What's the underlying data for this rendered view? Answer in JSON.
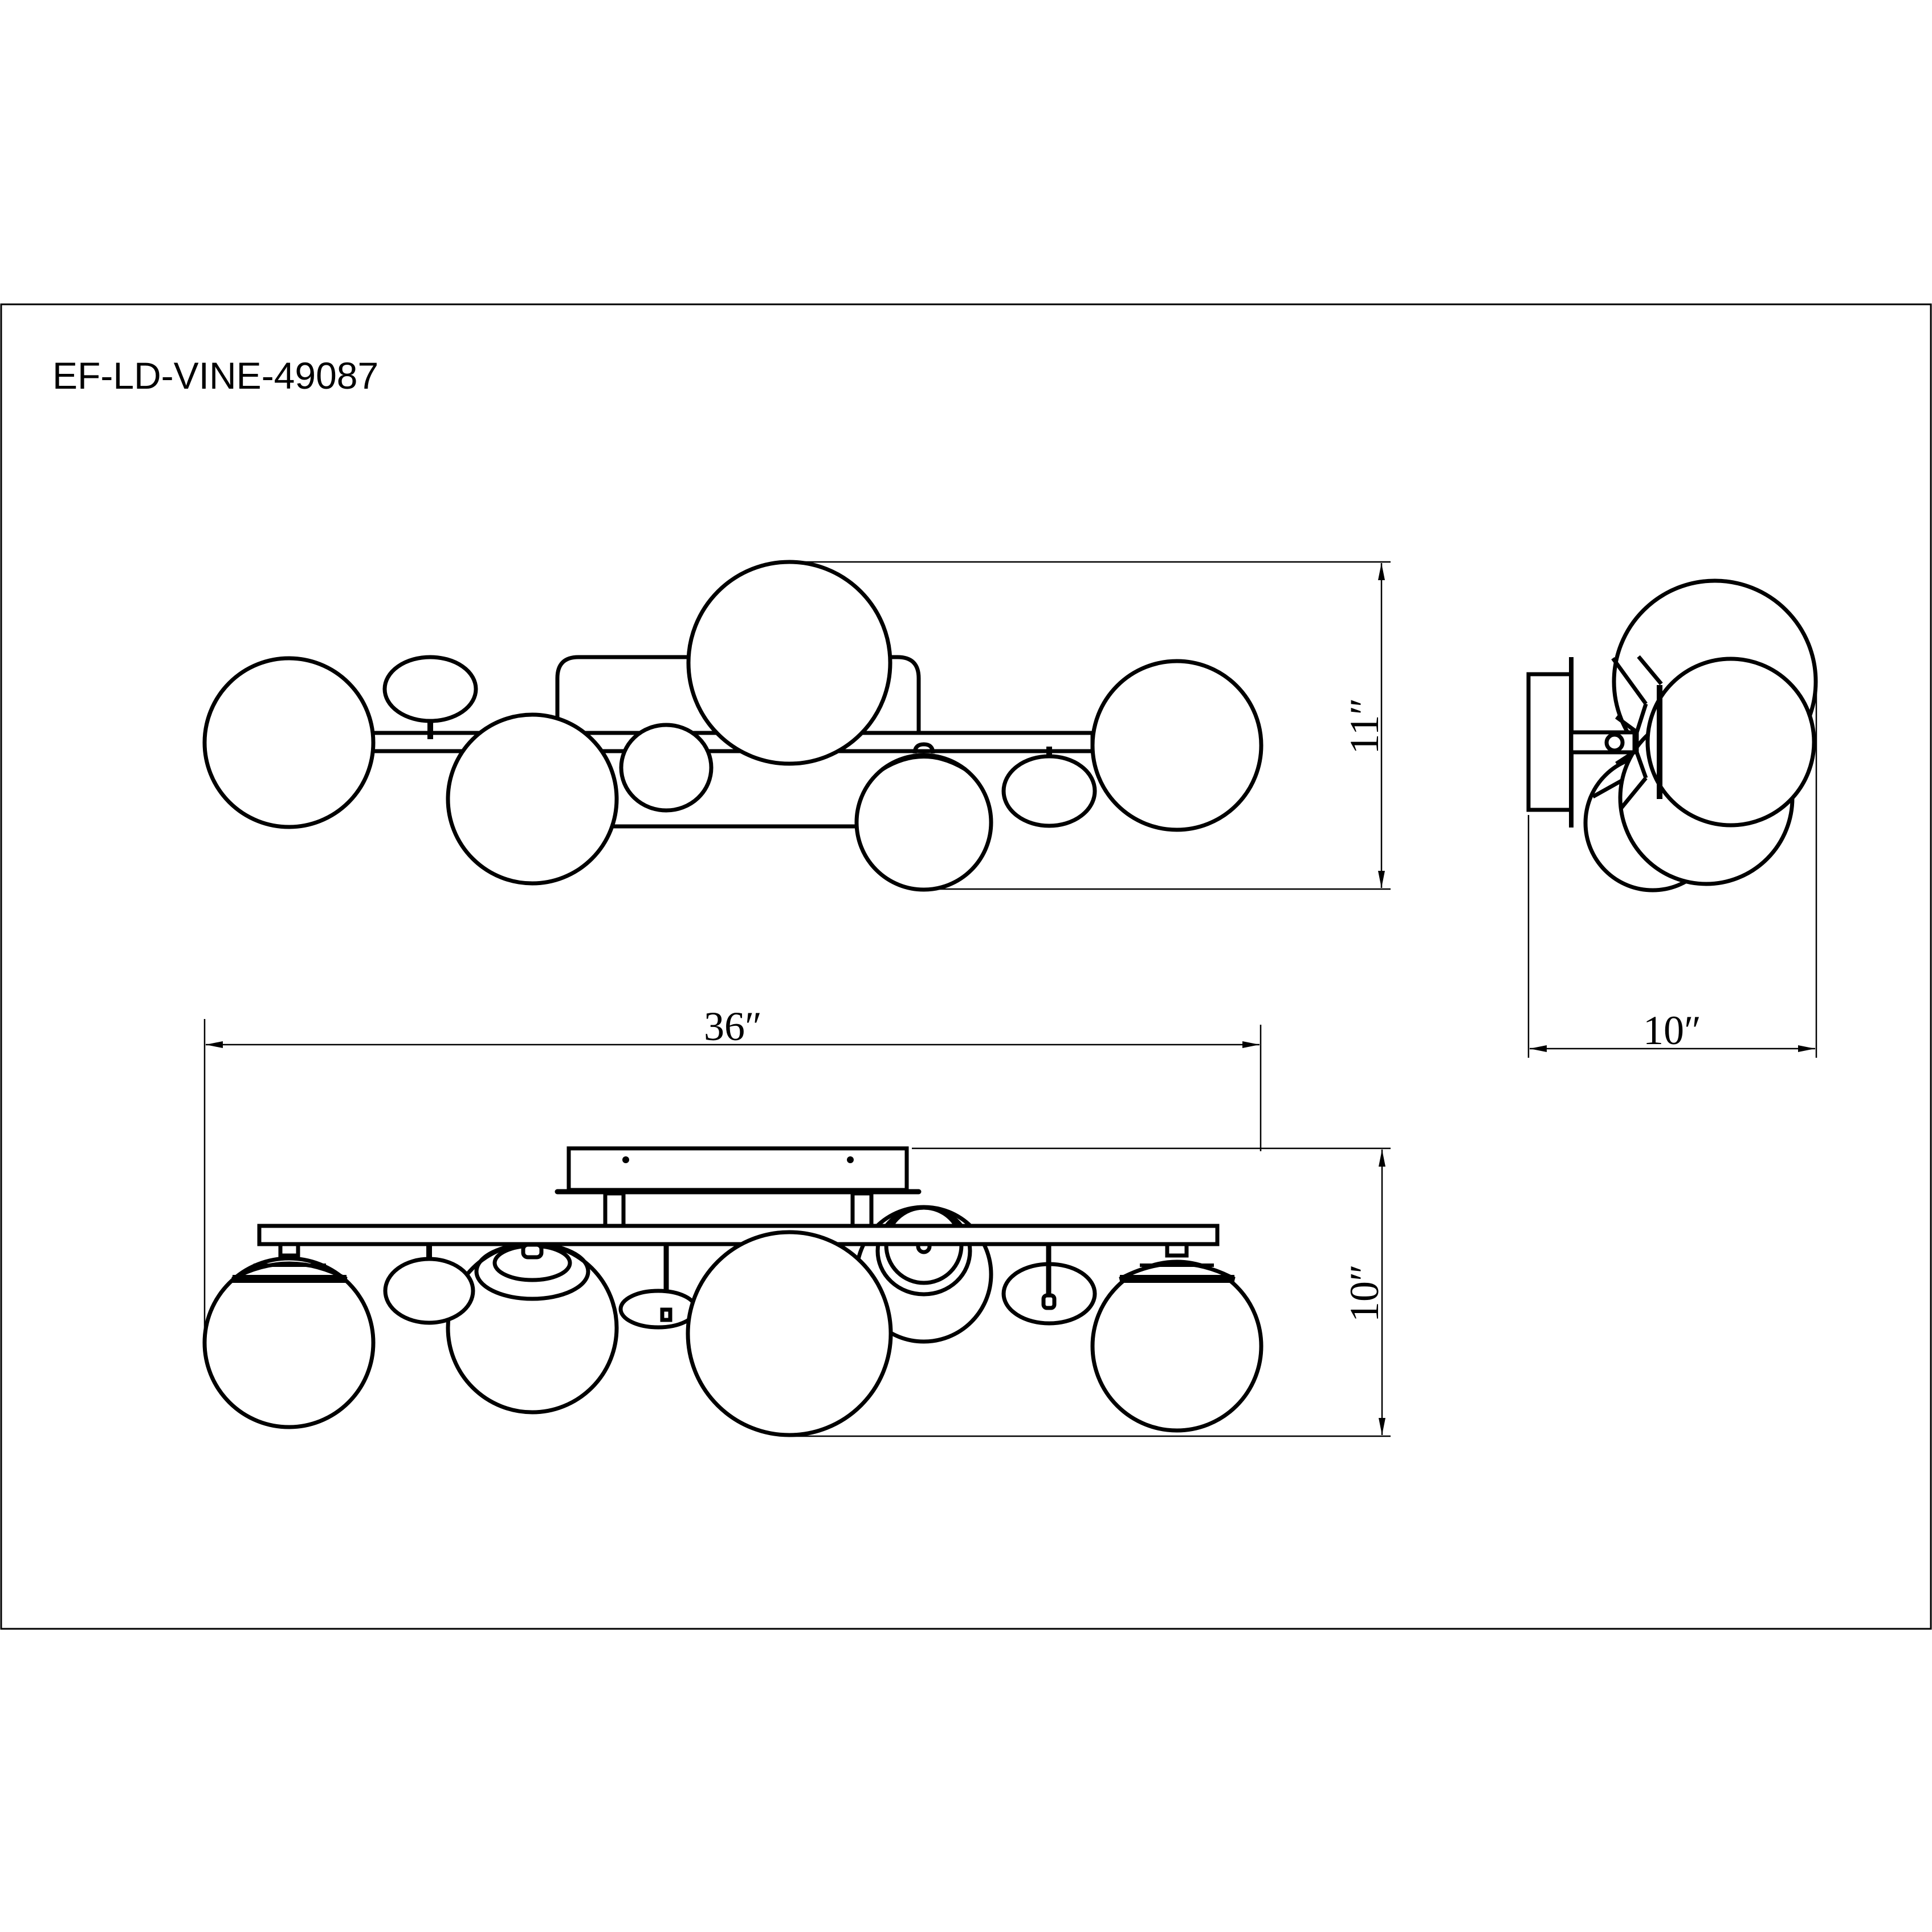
{
  "drawing": {
    "model_number": "EF-LD-VINE-49087",
    "line_color": "#000000",
    "background_color": "#ffffff"
  },
  "views": {
    "top_view": {
      "globes": 6,
      "discs": 3,
      "height_dimension": "11″"
    },
    "front_view": {
      "width_dimension": "36″",
      "height_dimension": "10″"
    },
    "side_view": {
      "depth_dimension": "10″"
    }
  },
  "dimensions": {
    "width": "36″",
    "height_top_view": "11″",
    "height_front_view": "10″",
    "depth": "10″"
  }
}
